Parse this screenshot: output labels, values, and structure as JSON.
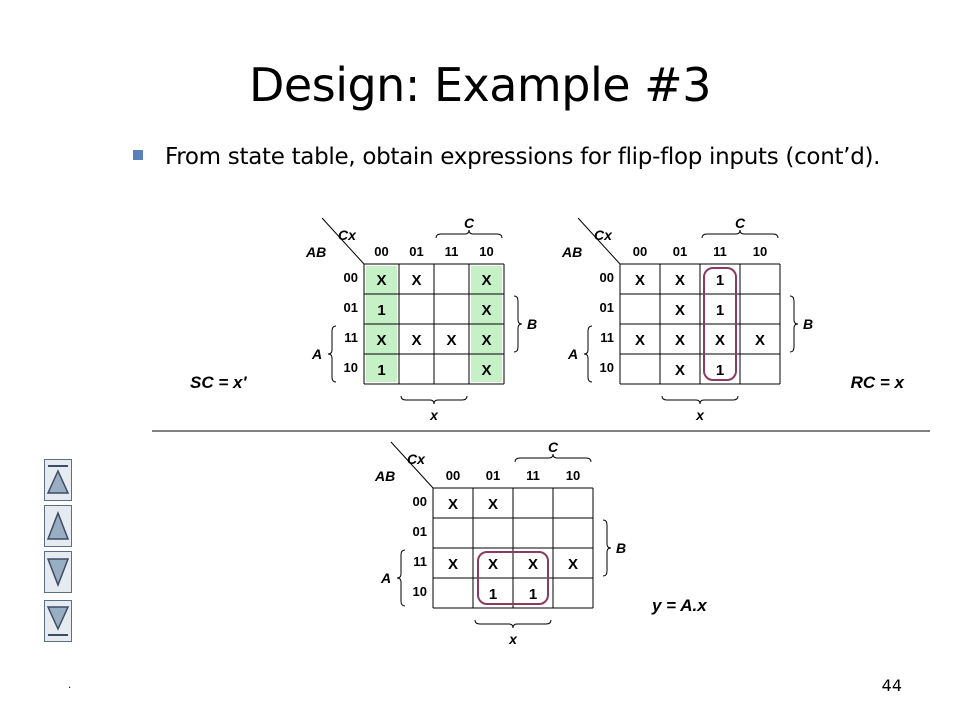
{
  "slide": {
    "title": "Design: Example #3",
    "bullet": "From state table, obtain expressions for flip-flop inputs (cont’d).",
    "page_number": "44",
    "footer_mark": "."
  },
  "kmap_labels": {
    "col_var": "Cx",
    "row_var": "AB",
    "col_codes": [
      "00",
      "01",
      "11",
      "10"
    ],
    "row_codes": [
      "00",
      "01",
      "11",
      "10"
    ],
    "brace_c": "C",
    "brace_x": "x",
    "brace_b": "B",
    "brace_a": "A"
  },
  "kmaps": [
    {
      "id": "sc",
      "equation": "SC = x'",
      "cells": [
        [
          "X",
          "X",
          "",
          "X"
        ],
        [
          "1",
          "",
          "",
          "X"
        ],
        [
          "X",
          "X",
          "X",
          "X"
        ],
        [
          "1",
          "",
          "",
          "X"
        ]
      ]
    },
    {
      "id": "rc",
      "equation": "RC = x",
      "cells": [
        [
          "X",
          "X",
          "1",
          ""
        ],
        [
          "",
          "X",
          "1",
          ""
        ],
        [
          "X",
          "X",
          "X",
          "X"
        ],
        [
          "",
          "X",
          "1",
          ""
        ]
      ]
    },
    {
      "id": "y",
      "equation": "y = A.x",
      "cells": [
        [
          "X",
          "X",
          "",
          ""
        ],
        [
          "",
          "",
          "",
          ""
        ],
        [
          "X",
          "X",
          "X",
          "X"
        ],
        [
          "",
          "1",
          "1",
          ""
        ]
      ]
    }
  ],
  "colors": {
    "green_group": "#c6f0c6",
    "purple_group": "#8b3a62",
    "bullet": "#5b7fb8",
    "nav_fill": "#9aaec3"
  },
  "nav": [
    {
      "name": "first-slide-button",
      "icon": "first-slide-icon"
    },
    {
      "name": "previous-slide-button",
      "icon": "previous-slide-icon"
    },
    {
      "name": "next-slide-button",
      "icon": "next-slide-icon"
    },
    {
      "name": "last-slide-button",
      "icon": "last-slide-icon"
    }
  ]
}
